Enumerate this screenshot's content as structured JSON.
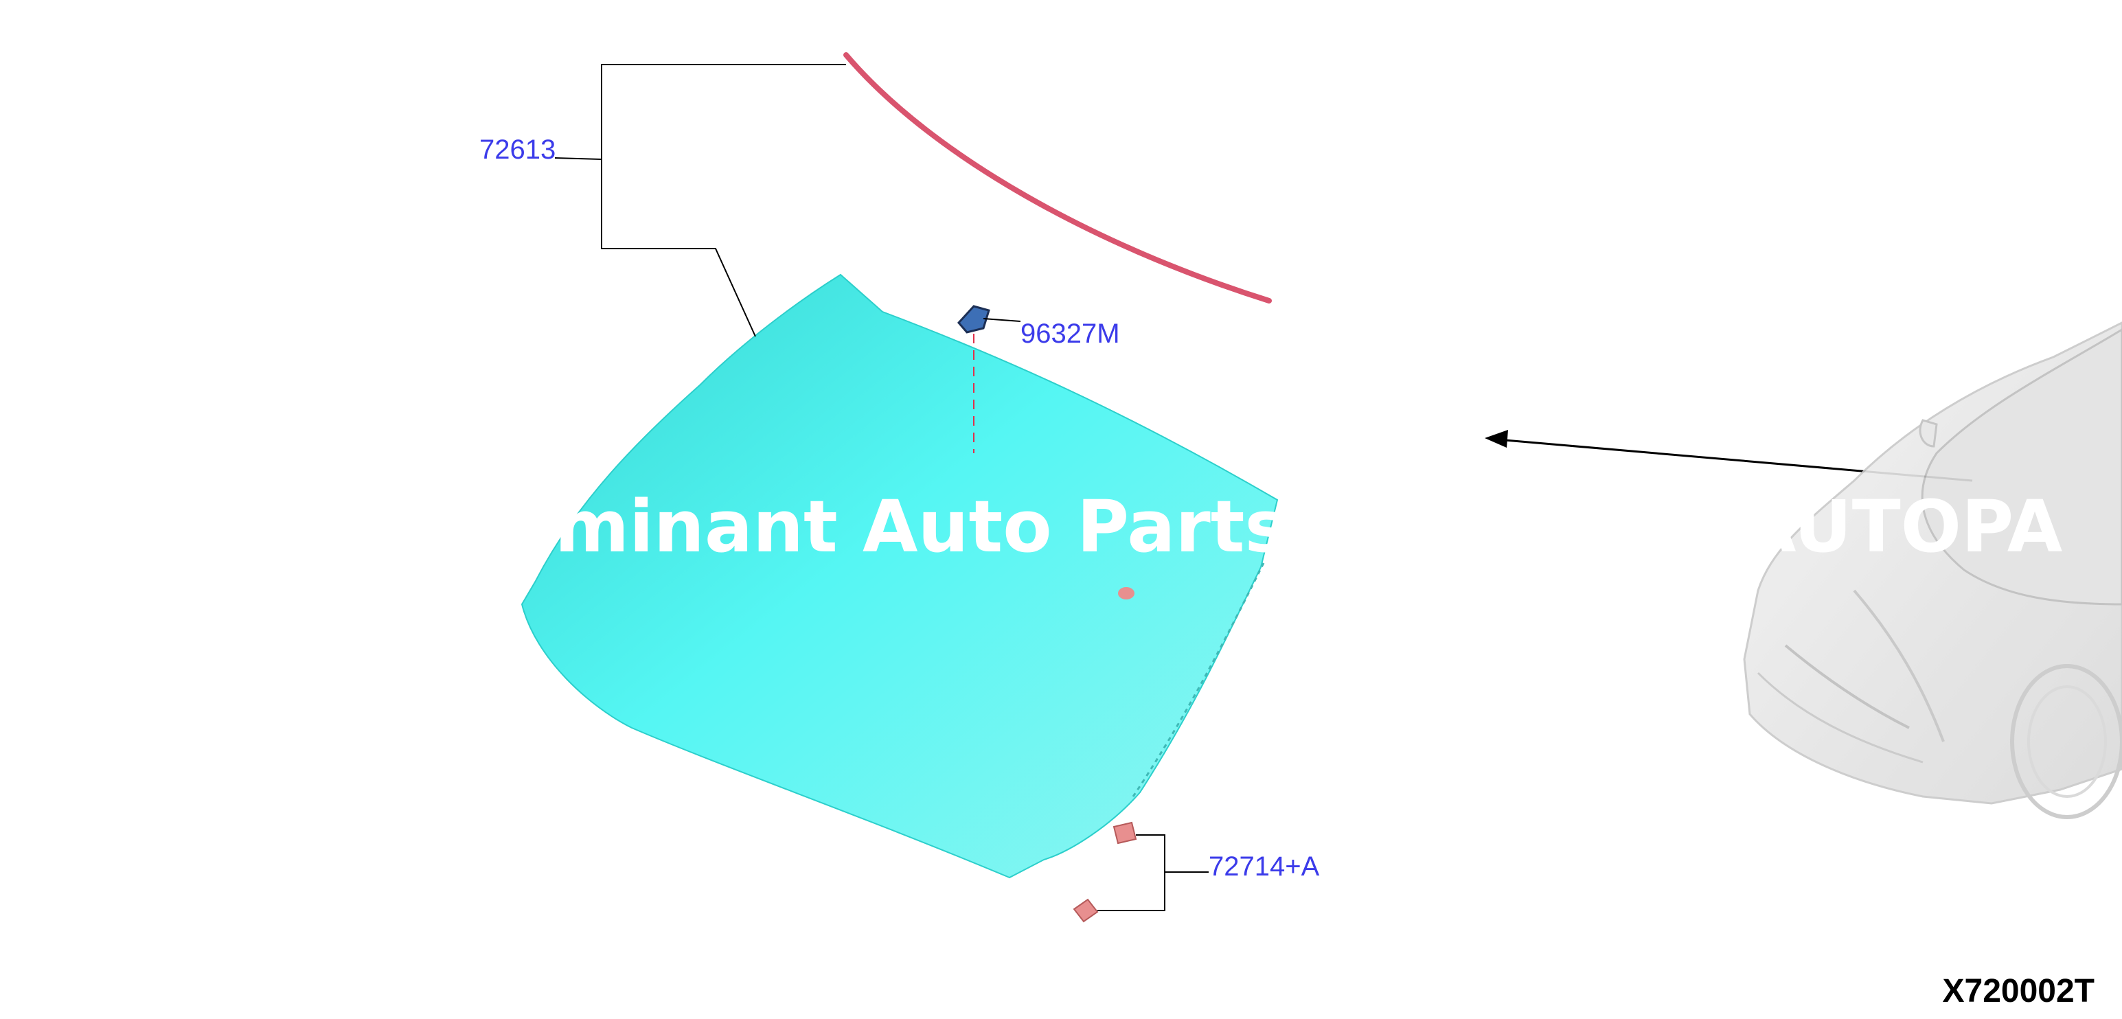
{
  "diagram": {
    "parts": [
      {
        "number": "72613",
        "name_icon": "windshield-glass-icon"
      },
      {
        "number": "96327M",
        "name_icon": "mirror-base-icon"
      },
      {
        "number": "72714+A",
        "name_icon": "spacer-clip-icon"
      }
    ],
    "watermark_text": "Dominant Auto Parts Catalog — AUTOPARTS.ZONE.SA",
    "diagram_code": "X720002T",
    "colors": {
      "glass": "#55f2ef",
      "moulding": "#d9546e",
      "callout_text": "#3b3bea",
      "clip": "#e88f8f",
      "leader_line": "#000000"
    }
  }
}
